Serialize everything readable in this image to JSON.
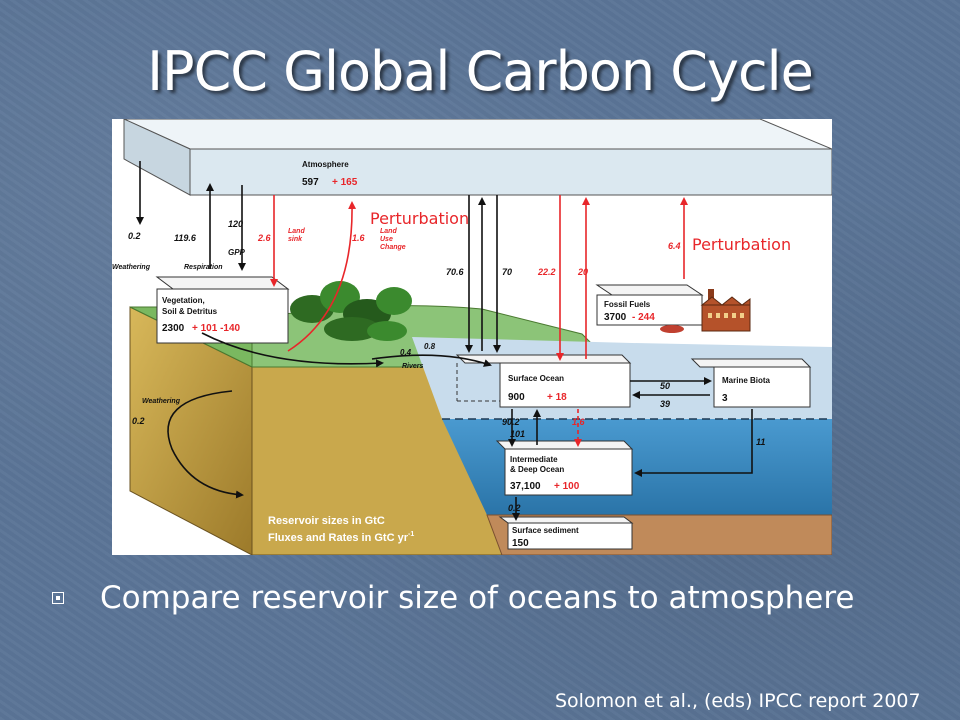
{
  "slide": {
    "title": "IPCC Global Carbon Cycle",
    "bullet": "Compare reservoir size of oceans to atmosphere",
    "citation": "Solomon et al., (eds) IPCC report 2007"
  },
  "annotations": {
    "perturbation_left": "Perturbation",
    "perturbation_right": "Perturbation"
  },
  "reservoirs": {
    "atmosphere": {
      "name": "Atmosphere",
      "value": "597",
      "perturbation": "+ 165"
    },
    "vegetation": {
      "name_line1": "Vegetation,",
      "name_line2": "Soil & Detritus",
      "value": "2300",
      "perturbation": "+ 101 -140"
    },
    "fossil_fuels": {
      "name": "Fossil Fuels",
      "value": "3700",
      "perturbation": "- 244"
    },
    "surface_ocean": {
      "name": "Surface Ocean",
      "value": "900",
      "perturbation": "+ 18"
    },
    "marine_biota": {
      "name": "Marine Biota",
      "value": "3"
    },
    "deep_ocean": {
      "name_line1": "Intermediate",
      "name_line2": "& Deep Ocean",
      "value": "37,100",
      "perturbation": "+ 100"
    },
    "surface_sediment": {
      "name": "Surface sediment",
      "value": "150"
    }
  },
  "fluxes": {
    "weathering_top": "0.2",
    "respiration": "119.6",
    "gpp": "120",
    "land_sink": "2.6",
    "land_use_change": "1.6",
    "ocean_up": "70.6",
    "ocean_down": "70",
    "ocean_anthro_down": "22.2",
    "ocean_anthro_up": "20",
    "fossil": "6.4",
    "rivers_land": "0.4",
    "rivers": "0.8",
    "weathering_side": "0.2",
    "biota_in": "50",
    "biota_out": "39",
    "deep_down": "90.2",
    "deep_up": "101",
    "deep_anthro": "1.6",
    "biota_sink": "11",
    "sediment": "0.2"
  },
  "labels": {
    "weathering": "Weathering",
    "respiration": "Respiration",
    "gpp": "GPP",
    "land_sink_line1": "Land",
    "land_sink_line2": "sink",
    "luc_line1": "Land",
    "luc_line2": "Use",
    "luc_line3": "Change",
    "rivers": "Rivers",
    "weathering_side": "Weathering"
  },
  "legend": {
    "line1": "Reservoir sizes in GtC",
    "line2": "Fluxes and Rates in GtC yr",
    "superscript": "-1"
  },
  "colors": {
    "background": "#5b7597",
    "perturbation": "#e8262a",
    "ocean_surface": "#c8dcec",
    "ocean_deep": "#3f8fc3",
    "land": "#c8a64a",
    "sediment": "#c08a5a",
    "vegetation": "#3b8a2e"
  }
}
